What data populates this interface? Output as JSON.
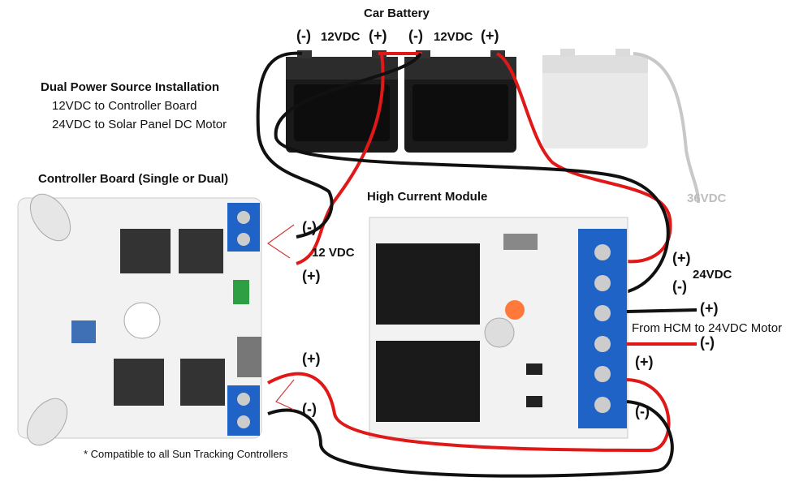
{
  "title": "Car Battery",
  "battery1": {
    "neg": "(-)",
    "volt": "12VDC",
    "pos": "(+)"
  },
  "battery2": {
    "neg": "(-)",
    "volt": "12VDC",
    "pos": "(+)"
  },
  "battery3_label": "36VDC",
  "dual_power": {
    "heading": "Dual Power Source Installation",
    "line1": "12VDC to Controller Board",
    "line2": "24VDC to Solar Panel DC Motor"
  },
  "controller_board": {
    "title": "Controller Board (Single or Dual)",
    "note": "* Compatible to all Sun Tracking Controllers"
  },
  "hcm": {
    "title": "High Current Module"
  },
  "input12": {
    "neg": "(-)",
    "volt": "12 VDC",
    "pos": "(+)"
  },
  "input24": {
    "pos": "(+)",
    "neg": "(-)",
    "volt": "24VDC"
  },
  "motor_out": {
    "pos": "(+)",
    "text": "From HCM to 24VDC Motor",
    "neg": "(-)"
  },
  "board_out": {
    "pos": "(+)",
    "neg": "(-)"
  },
  "hcm_out": {
    "pos": "(+)",
    "neg": "(-)"
  },
  "colors": {
    "red_wire": "#e01818",
    "black_wire": "#111111",
    "grey_wire": "#c8c8c8",
    "terminal_blue": "#1f63c6"
  }
}
